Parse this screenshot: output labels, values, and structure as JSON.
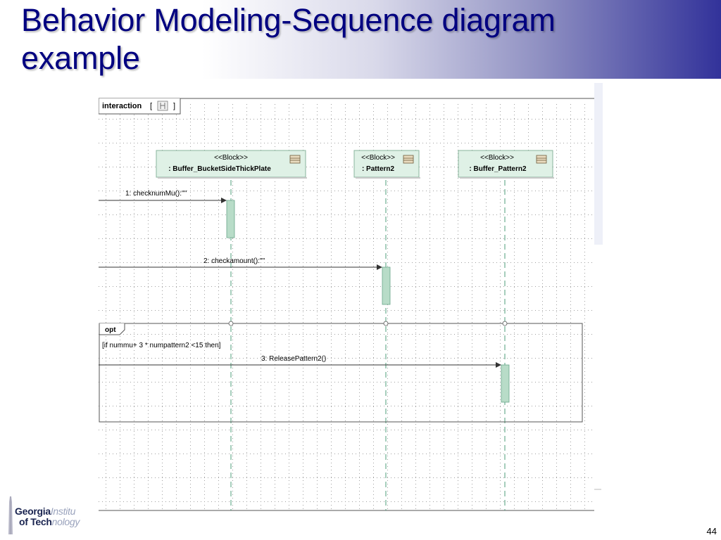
{
  "slide": {
    "title_line1": "Behavior Modeling-Sequence diagram",
    "title_line2": "example",
    "page_number": "44"
  },
  "logo": {
    "line1_bold": "Georgia",
    "line1_light": "Institu",
    "line2_bold": "of Tech",
    "line2_light": "nology"
  },
  "diagram": {
    "frame_label": "interaction",
    "frame_label_suffix_open": "[",
    "frame_label_suffix_close": "]",
    "lifelines": [
      {
        "stereotype": "<<Block>>",
        "name": ": Buffer_BucketSideThickPlate"
      },
      {
        "stereotype": "<<Block>>",
        "name": ": Pattern2"
      },
      {
        "stereotype": "<<Block>>",
        "name": ": Buffer_Pattern2"
      }
    ],
    "messages": [
      {
        "label": "1: checknumMu():\"\"",
        "target": 0
      },
      {
        "label": "2: checkamount():\"\"",
        "target": 1
      },
      {
        "label": "3: ReleasePattern2()",
        "target": 2
      }
    ],
    "fragment": {
      "operator": "opt",
      "guard": "[if nummu+ 3 * numpattern2 <15 then]"
    },
    "colors": {
      "lifeline_fill": "#dff1e6",
      "activation_fill": "#b8dcc8",
      "lifeline_dash": "#4e9e7a",
      "grid_dot": "#9a9a9a"
    }
  }
}
